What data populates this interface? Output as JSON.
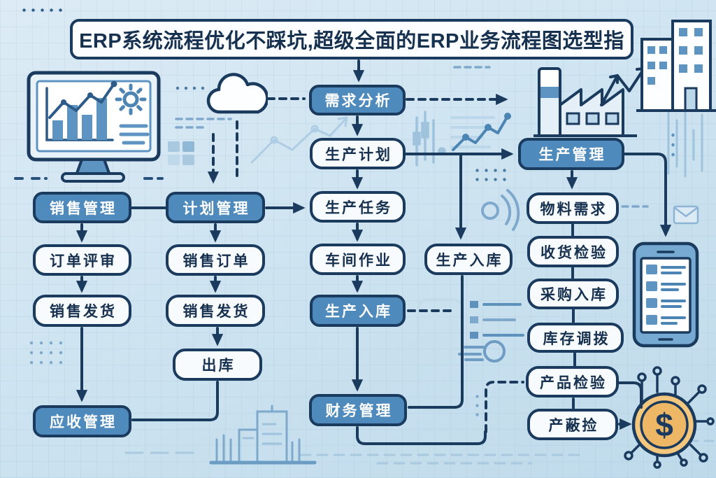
{
  "title": "ERP系统流程优化不踩坑,超级全面的ERP业务流程图选型指",
  "nodes": {
    "demand_analysis": {
      "label": "需求分析"
    },
    "production_plan": {
      "label": "生产计划"
    },
    "production_task": {
      "label": "生产任务"
    },
    "workshop_job": {
      "label": "车间作业"
    },
    "production_inbound_blue": {
      "label": "生产入库"
    },
    "finance_mgmt": {
      "label": "财务管理"
    },
    "sales_mgmt": {
      "label": "销售管理"
    },
    "order_review": {
      "label": "订单评审"
    },
    "sales_delivery_1": {
      "label": "销售发货"
    },
    "receivable_mgmt": {
      "label": "应收管理"
    },
    "plan_mgmt": {
      "label": "计划管理"
    },
    "sales_order": {
      "label": "销售订单"
    },
    "sales_delivery_2": {
      "label": "销售发货"
    },
    "outbound": {
      "label": "出库"
    },
    "production_inbound_white": {
      "label": "生产入库"
    },
    "production_mgmt": {
      "label": "生产管理"
    },
    "material_demand": {
      "label": "物料需求"
    },
    "receiving_inspection": {
      "label": "收货检验"
    },
    "purchase_inbound": {
      "label": "采购入库"
    },
    "inventory_transfer": {
      "label": "库存调拨"
    },
    "product_inspection": {
      "label": "产品检验"
    },
    "finished_check": {
      "label": "产蔽捡"
    }
  },
  "coin": {
    "symbol": "$"
  },
  "icons": [
    "monitor-chart-icon",
    "gear-icon",
    "cloud-icon",
    "factory-icon",
    "building-icon",
    "trend-arrow-icon",
    "smartphone-icon",
    "dollar-coin-circuit-icon",
    "city-skyline-icon",
    "envelope-icon"
  ],
  "colors": {
    "background": "#cfe4f1",
    "node_blue_fill": "#4e8abb",
    "node_white_fill": "#f8fbfd",
    "outline_navy": "#1a3a5e",
    "accent_mid_blue": "#5d94c1",
    "accent_light_blue": "#9fc2dd",
    "coin_fill": "#f2c480"
  }
}
